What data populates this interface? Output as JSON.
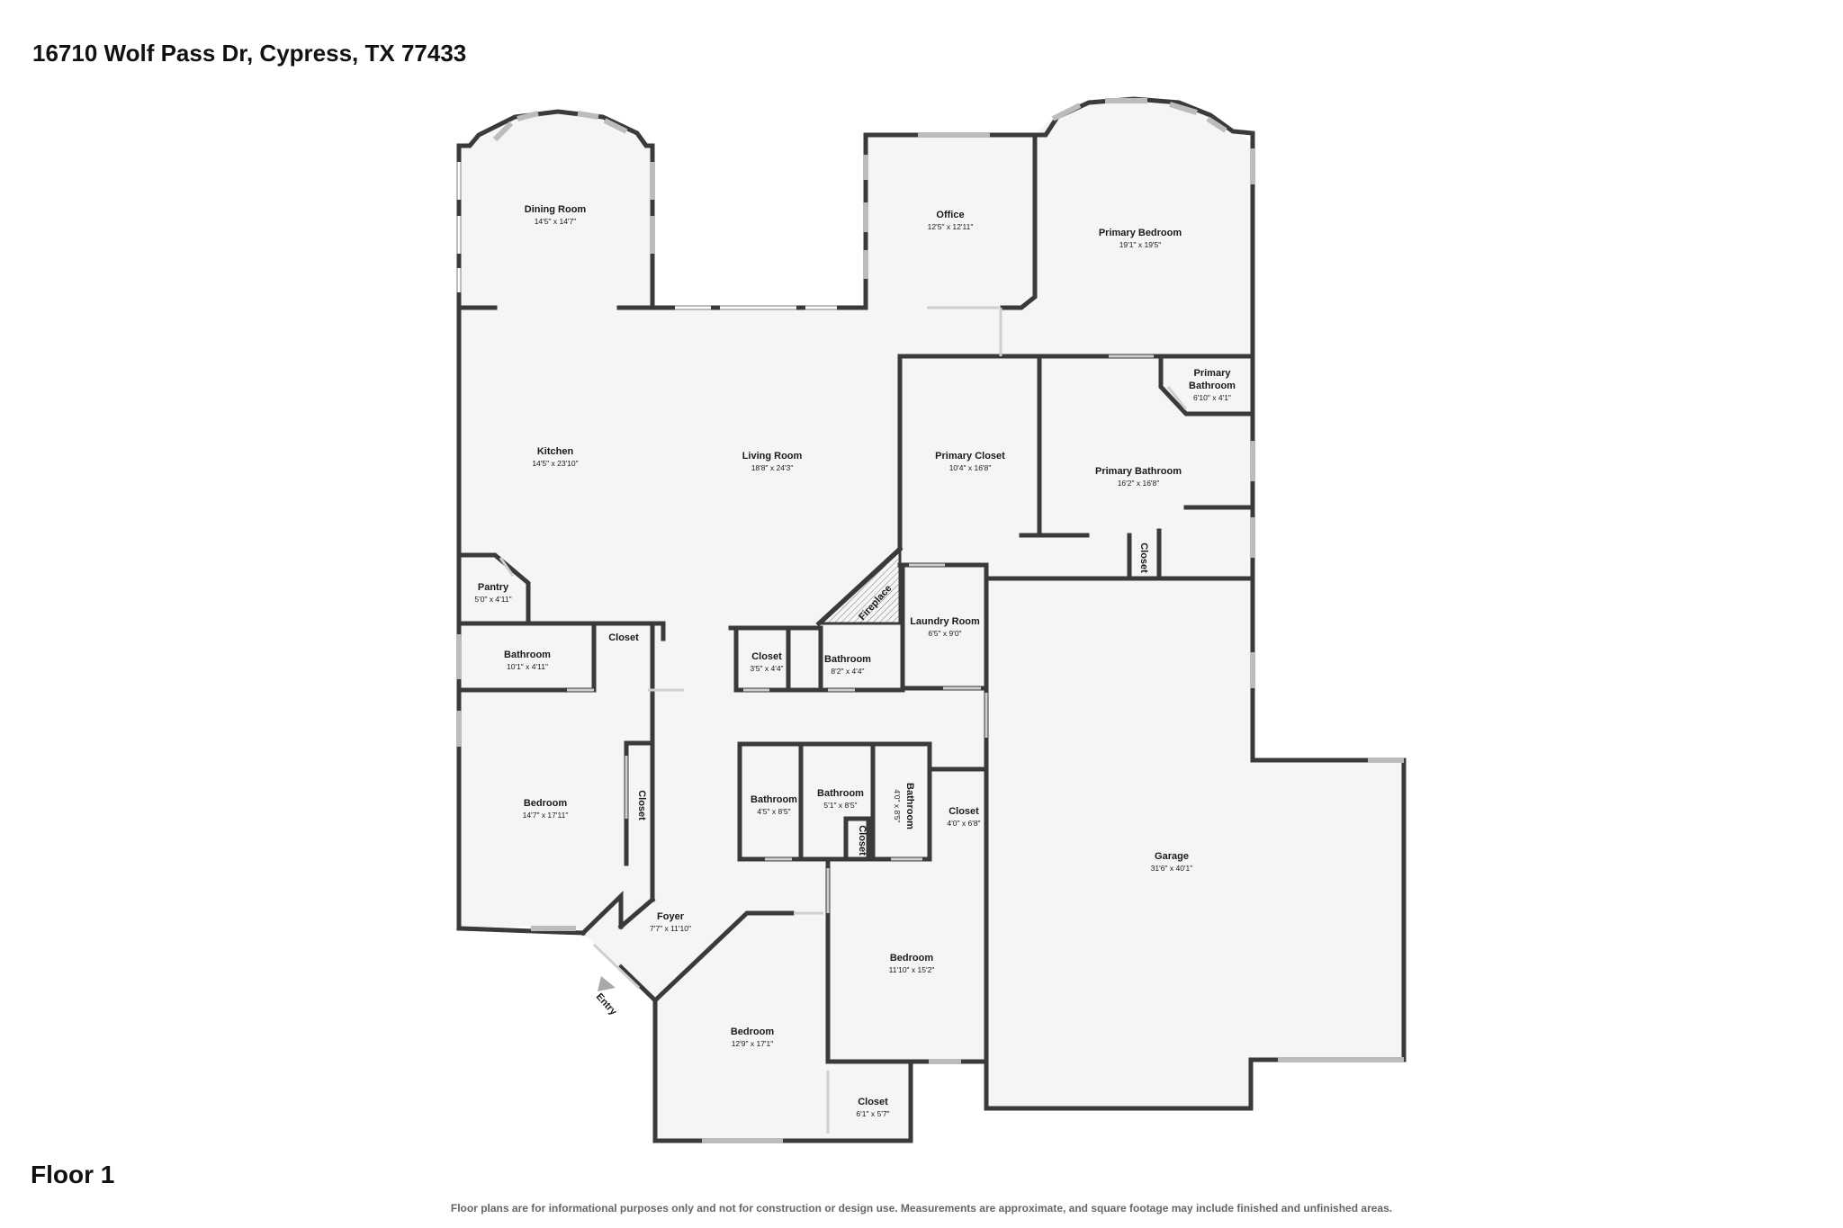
{
  "header": {
    "address": "16710 Wolf Pass Dr, Cypress, TX 77433"
  },
  "footer": {
    "floor_label": "Floor 1",
    "disclaimer": "Floor plans are for informational purposes only and not for construction or design use. Measurements are approximate, and square footage may include finished and unfinished areas."
  },
  "colors": {
    "wall": "#3a3a3a",
    "floor": "#f5f5f5",
    "window": "#bcbcbc",
    "text": "#1a1a1a"
  },
  "rooms": {
    "dining_room": {
      "name": "Dining Room",
      "dims": "14'5\" x 14'7\""
    },
    "office": {
      "name": "Office",
      "dims": "12'5\" x 12'11\""
    },
    "primary_bedroom": {
      "name": "Primary Bedroom",
      "dims": "19'1\" x 19'5\""
    },
    "kitchen": {
      "name": "Kitchen",
      "dims": "14'5\" x 23'10\""
    },
    "living_room": {
      "name": "Living Room",
      "dims": "18'8\" x 24'3\""
    },
    "primary_closet": {
      "name": "Primary Closet",
      "dims": "10'4\" x 16'8\""
    },
    "primary_bathroom": {
      "name": "Primary Bathroom",
      "dims": "16'2\" x 16'8\""
    },
    "primary_bathroom_small": {
      "name1": "Primary",
      "name2": "Bathroom",
      "dims": "6'10\" x 4'1\""
    },
    "primary_bath_closet": {
      "name": "Closet"
    },
    "pantry": {
      "name": "Pantry",
      "dims": "5'0\" x 4'11\""
    },
    "fireplace": {
      "name": "Fireplace"
    },
    "laundry_room": {
      "name": "Laundry Room",
      "dims": "6'5\" x 9'0\""
    },
    "bathroom_left": {
      "name": "Bathroom",
      "dims": "10'1\" x 4'11\""
    },
    "closet_top_left": {
      "name": "Closet"
    },
    "closet_mid": {
      "name": "Closet",
      "dims": "3'5\" x 4'4\""
    },
    "bathroom_mid": {
      "name": "Bathroom",
      "dims": "8'2\" x 4'4\""
    },
    "bedroom_left": {
      "name": "Bedroom",
      "dims": "14'7\" x 17'11\""
    },
    "closet_bedroom_left": {
      "name": "Closet"
    },
    "bathroom_a": {
      "name": "Bathroom",
      "dims": "4'5\" x 8'5\""
    },
    "bathroom_b": {
      "name": "Bathroom",
      "dims": "5'1\" x 8'5\""
    },
    "bathroom_c": {
      "name": "Bathroom",
      "dims": "4'0\" x 8'5\""
    },
    "closet_small": {
      "name": "Closet"
    },
    "closet_right": {
      "name": "Closet",
      "dims": "4'0\" x 6'8\""
    },
    "garage": {
      "name": "Garage",
      "dims": "31'6\" x 40'1\""
    },
    "foyer": {
      "name": "Foyer",
      "dims": "7'7\" x 11'10\""
    },
    "entry": {
      "name": "Entry"
    },
    "bedroom_right": {
      "name": "Bedroom",
      "dims": "11'10\" x 15'2\""
    },
    "bedroom_bottom": {
      "name": "Bedroom",
      "dims": "12'9\" x 17'1\""
    },
    "closet_bottom": {
      "name": "Closet",
      "dims": "6'1\" x 5'7\""
    }
  }
}
